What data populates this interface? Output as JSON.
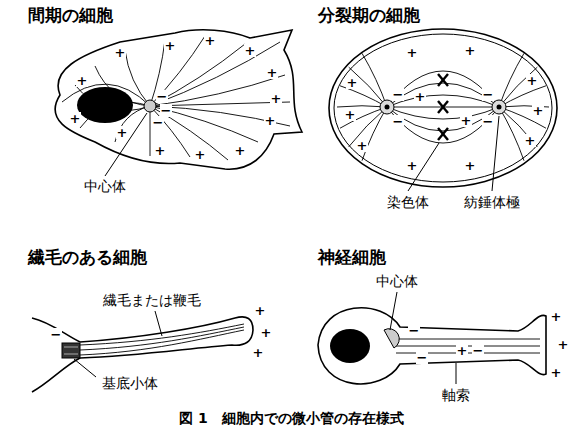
{
  "diagram": {
    "caption": "図 1　細胞内での微小管の存在様式",
    "labels": [
      "間期の細胞",
      "分裂期の細胞",
      "繊毛のある細胞",
      "神経細胞",
      "中心体",
      "染色体",
      "紡錘体極",
      "繊毛または鞭毛",
      "基底小体",
      "中心体",
      "軸索",
      "+",
      "+",
      "+",
      "+",
      "+",
      "+",
      "+",
      "+",
      "+",
      "+",
      "+",
      "+",
      "+",
      "−",
      "−",
      "−",
      "+",
      "+",
      "+",
      "+",
      "+",
      "+",
      "+",
      "+",
      "+",
      "+",
      "+",
      "+",
      "−",
      "−",
      "−",
      "−",
      "+",
      "+",
      "+",
      "−",
      "+",
      "+",
      "+",
      "+",
      "−",
      "−",
      "−"
    ]
  }
}
